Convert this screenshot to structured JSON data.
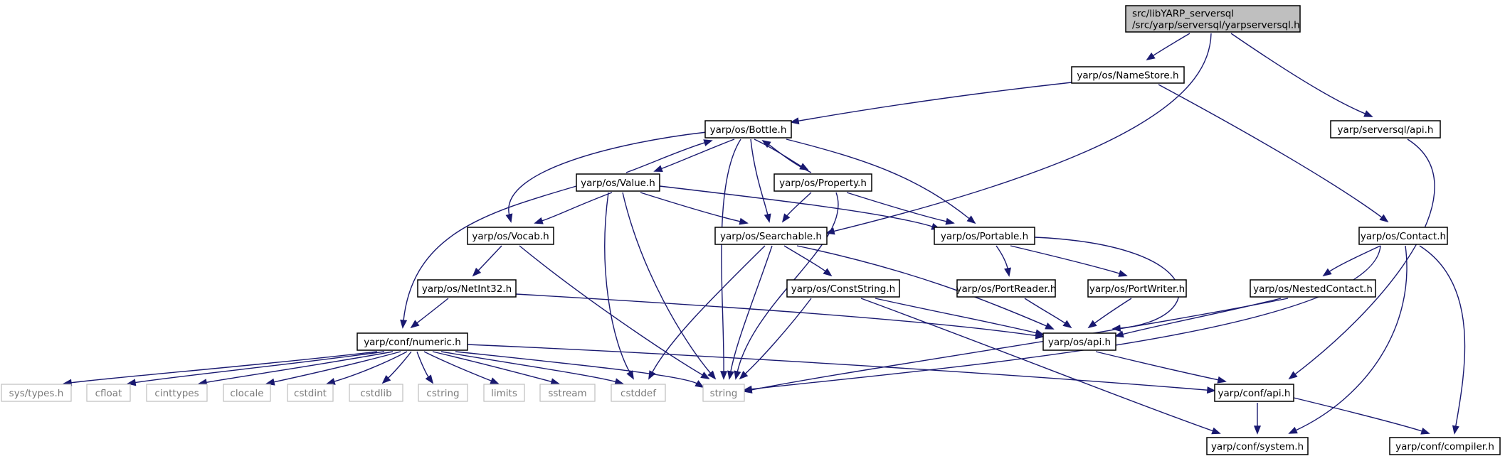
{
  "colors": {
    "edge": "#191970",
    "root_fill": "#bfbfbf",
    "ext_stroke": "#bfbfbf",
    "ext_text": "#7a7a7a"
  },
  "nodes": [
    {
      "id": "root",
      "label_lines": [
        "src/libYARP_serversql",
        "/src/yarp/serversql/yarpserversql.h"
      ],
      "kind": "root"
    },
    {
      "id": "namestore",
      "label_lines": [
        "yarp/os/NameStore.h"
      ]
    },
    {
      "id": "serversql_api",
      "label_lines": [
        "yarp/serversql/api.h"
      ]
    },
    {
      "id": "bottle",
      "label_lines": [
        "yarp/os/Bottle.h"
      ]
    },
    {
      "id": "value",
      "label_lines": [
        "yarp/os/Value.h"
      ]
    },
    {
      "id": "property",
      "label_lines": [
        "yarp/os/Property.h"
      ]
    },
    {
      "id": "vocab",
      "label_lines": [
        "yarp/os/Vocab.h"
      ]
    },
    {
      "id": "searchable",
      "label_lines": [
        "yarp/os/Searchable.h"
      ]
    },
    {
      "id": "portable",
      "label_lines": [
        "yarp/os/Portable.h"
      ]
    },
    {
      "id": "contact",
      "label_lines": [
        "yarp/os/Contact.h"
      ]
    },
    {
      "id": "netint32",
      "label_lines": [
        "yarp/os/NetInt32.h"
      ]
    },
    {
      "id": "conststring",
      "label_lines": [
        "yarp/os/ConstString.h"
      ]
    },
    {
      "id": "portreader",
      "label_lines": [
        "yarp/os/PortReader.h"
      ]
    },
    {
      "id": "portwriter",
      "label_lines": [
        "yarp/os/PortWriter.h"
      ]
    },
    {
      "id": "nestedcontact",
      "label_lines": [
        "yarp/os/NestedContact.h"
      ]
    },
    {
      "id": "numeric",
      "label_lines": [
        "yarp/conf/numeric.h"
      ]
    },
    {
      "id": "os_api",
      "label_lines": [
        "yarp/os/api.h"
      ]
    },
    {
      "id": "systypes",
      "label_lines": [
        "sys/types.h"
      ],
      "kind": "ext"
    },
    {
      "id": "cfloat",
      "label_lines": [
        "cfloat"
      ],
      "kind": "ext"
    },
    {
      "id": "cinttypes",
      "label_lines": [
        "cinttypes"
      ],
      "kind": "ext"
    },
    {
      "id": "clocale",
      "label_lines": [
        "clocale"
      ],
      "kind": "ext"
    },
    {
      "id": "cstdint",
      "label_lines": [
        "cstdint"
      ],
      "kind": "ext"
    },
    {
      "id": "cstdlib",
      "label_lines": [
        "cstdlib"
      ],
      "kind": "ext"
    },
    {
      "id": "cstring",
      "label_lines": [
        "cstring"
      ],
      "kind": "ext"
    },
    {
      "id": "limits",
      "label_lines": [
        "limits"
      ],
      "kind": "ext"
    },
    {
      "id": "sstream",
      "label_lines": [
        "sstream"
      ],
      "kind": "ext"
    },
    {
      "id": "cstddef",
      "label_lines": [
        "cstddef"
      ],
      "kind": "ext"
    },
    {
      "id": "string",
      "label_lines": [
        "string"
      ],
      "kind": "ext"
    },
    {
      "id": "conf_api",
      "label_lines": [
        "yarp/conf/api.h"
      ]
    },
    {
      "id": "system",
      "label_lines": [
        "yarp/conf/system.h"
      ]
    },
    {
      "id": "compiler",
      "label_lines": [
        "yarp/conf/compiler.h"
      ]
    }
  ],
  "edges": [
    [
      "root",
      "namestore"
    ],
    [
      "root",
      "searchable"
    ],
    [
      "root",
      "serversql_api"
    ],
    [
      "namestore",
      "bottle"
    ],
    [
      "namestore",
      "contact"
    ],
    [
      "serversql_api",
      "conf_api"
    ],
    [
      "bottle",
      "value"
    ],
    [
      "bottle",
      "property"
    ],
    [
      "bottle",
      "vocab"
    ],
    [
      "bottle",
      "searchable"
    ],
    [
      "bottle",
      "portable"
    ],
    [
      "bottle",
      "string"
    ],
    [
      "value",
      "bottle"
    ],
    [
      "value",
      "vocab"
    ],
    [
      "value",
      "searchable"
    ],
    [
      "value",
      "portable"
    ],
    [
      "value",
      "numeric"
    ],
    [
      "value",
      "cstddef"
    ],
    [
      "value",
      "string"
    ],
    [
      "property",
      "bottle"
    ],
    [
      "property",
      "searchable"
    ],
    [
      "property",
      "portable"
    ],
    [
      "property",
      "string"
    ],
    [
      "vocab",
      "netint32"
    ],
    [
      "vocab",
      "string"
    ],
    [
      "searchable",
      "conststring"
    ],
    [
      "searchable",
      "os_api"
    ],
    [
      "searchable",
      "cstddef"
    ],
    [
      "searchable",
      "string"
    ],
    [
      "portable",
      "portreader"
    ],
    [
      "portable",
      "portwriter"
    ],
    [
      "portable",
      "os_api"
    ],
    [
      "contact",
      "nestedcontact"
    ],
    [
      "contact",
      "string"
    ],
    [
      "contact",
      "system"
    ],
    [
      "contact",
      "compiler"
    ],
    [
      "netint32",
      "numeric"
    ],
    [
      "netint32",
      "os_api"
    ],
    [
      "conststring",
      "os_api"
    ],
    [
      "conststring",
      "string"
    ],
    [
      "conststring",
      "system"
    ],
    [
      "portreader",
      "os_api"
    ],
    [
      "portwriter",
      "os_api"
    ],
    [
      "nestedcontact",
      "os_api"
    ],
    [
      "nestedcontact",
      "string"
    ],
    [
      "numeric",
      "systypes"
    ],
    [
      "numeric",
      "cfloat"
    ],
    [
      "numeric",
      "cinttypes"
    ],
    [
      "numeric",
      "clocale"
    ],
    [
      "numeric",
      "cstdint"
    ],
    [
      "numeric",
      "cstdlib"
    ],
    [
      "numeric",
      "cstring"
    ],
    [
      "numeric",
      "limits"
    ],
    [
      "numeric",
      "sstream"
    ],
    [
      "numeric",
      "cstddef"
    ],
    [
      "numeric",
      "string"
    ],
    [
      "numeric",
      "conf_api"
    ],
    [
      "os_api",
      "conf_api"
    ],
    [
      "conf_api",
      "system"
    ],
    [
      "conf_api",
      "compiler"
    ]
  ]
}
